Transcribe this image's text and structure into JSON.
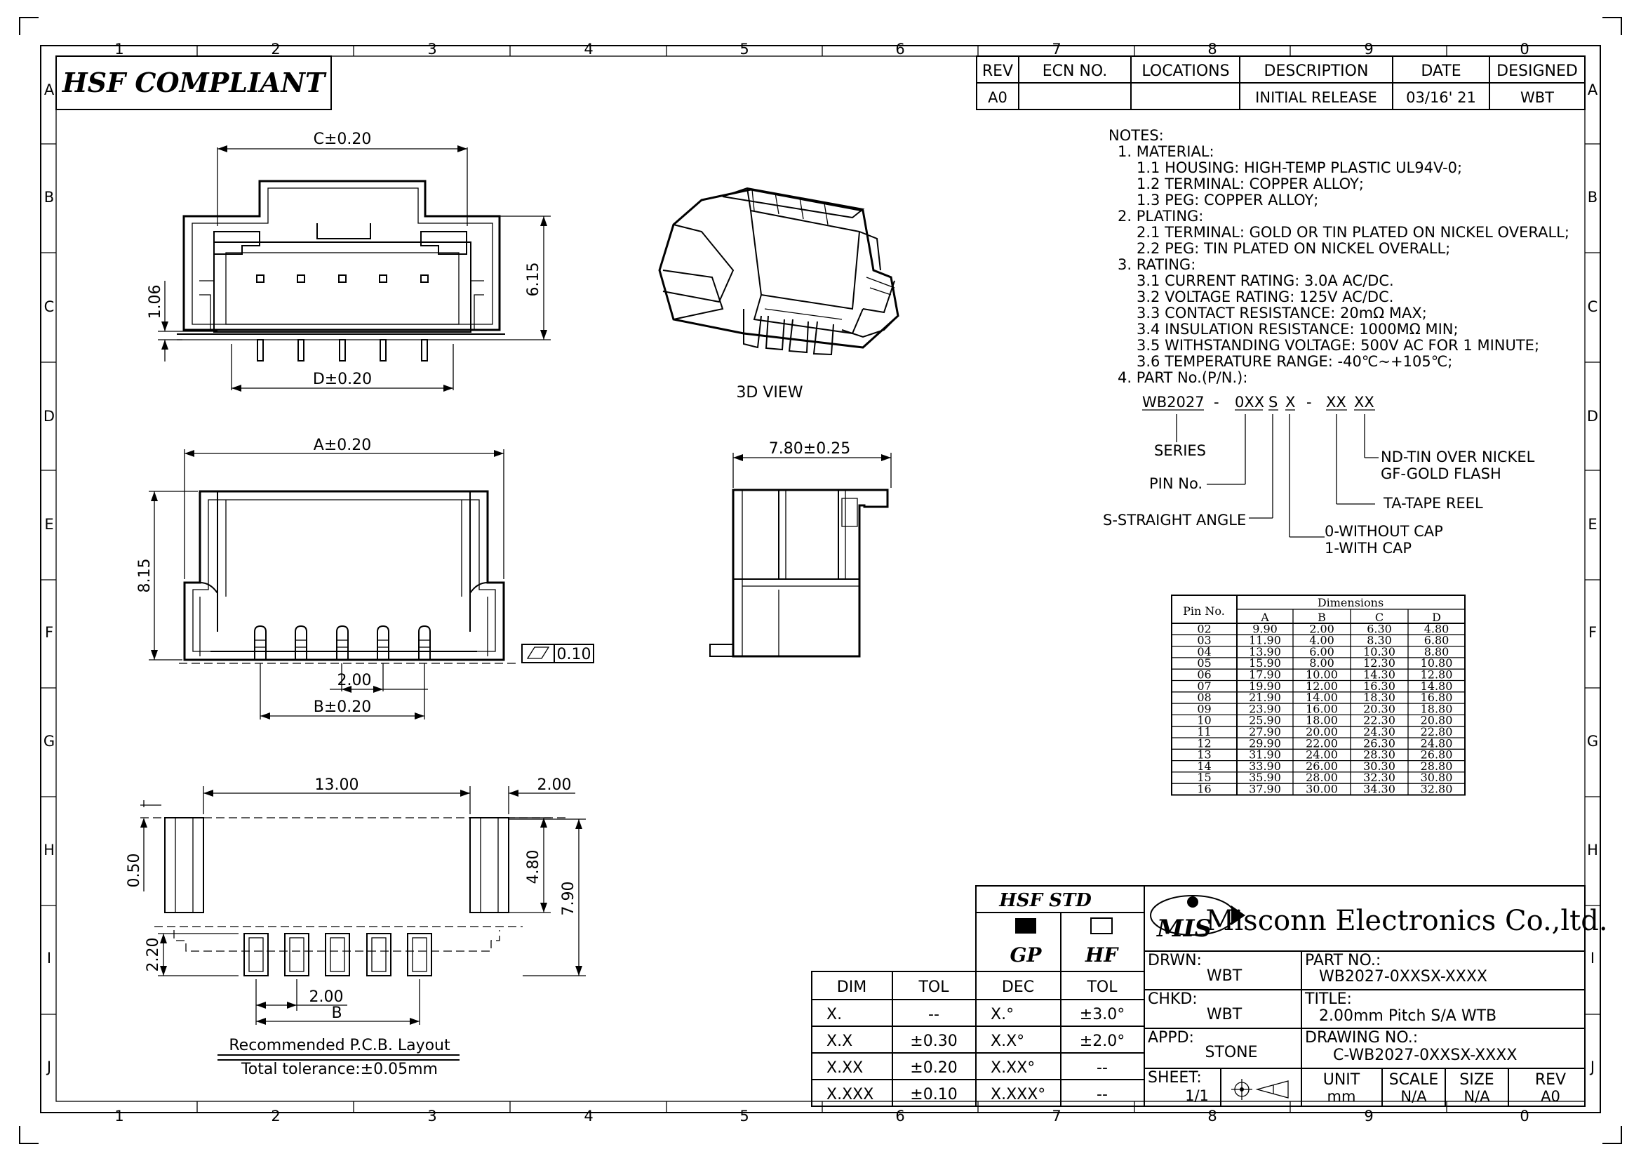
{
  "frame": {
    "col_numbers": [
      "1",
      "2",
      "3",
      "4",
      "5",
      "6",
      "7",
      "8",
      "9",
      "0"
    ],
    "row_letters": [
      "A",
      "B",
      "C",
      "D",
      "E",
      "F",
      "G",
      "H",
      "I",
      "J"
    ]
  },
  "compliance": {
    "label": "HSF COMPLIANT"
  },
  "revision": {
    "headers": [
      "REV",
      "ECN NO.",
      "LOCATIONS",
      "DESCRIPTION",
      "DATE",
      "DESIGNED"
    ],
    "row": [
      "A0",
      "",
      "",
      "INITIAL RELEASE",
      "03/16' 21",
      "WBT"
    ]
  },
  "notes": {
    "title": "NOTES:",
    "lines": [
      "1. MATERIAL:",
      "1.1 HOUSING: HIGH-TEMP PLASTIC UL94V-0;",
      "1.2 TERMINAL: COPPER ALLOY;",
      "1.3 PEG: COPPER ALLOY;",
      "2. PLATING:",
      "2.1 TERMINAL: GOLD OR TIN PLATED ON NICKEL OVERALL;",
      "2.2 PEG: TIN PLATED ON NICKEL OVERALL;",
      "3. RATING:",
      "3.1 CURRENT RATING: 3.0A AC/DC.",
      "3.2 VOLTAGE RATING: 125V AC/DC.",
      "3.3 CONTACT RESISTANCE: 20mΩ MAX;",
      "3.4 INSULATION RESISTANCE: 1000MΩ MIN;",
      "3.5 WITHSTANDING VOLTAGE: 500V AC FOR 1 MINUTE;",
      "3.6 TEMPERATURE RANGE: -40℃~+105℃;",
      "4. PART No.(P/N.):"
    ]
  },
  "partno_breakdown": {
    "series": "WB2027",
    "dash1": "-",
    "pins": "0XX",
    "angle": "S",
    "cap": "X",
    "dash2": "-",
    "pack": "XX",
    "plating": "XX",
    "label_series": "SERIES",
    "label_pin": "PIN No.",
    "label_angle": "S-STRAIGHT ANGLE",
    "label_cap_0": "0-WITHOUT CAP",
    "label_cap_1": "1-WITH CAP",
    "label_pack": "TA-TAPE REEL",
    "label_plating_1": "ND-TIN OVER NICKEL",
    "label_plating_2": "GF-GOLD FLASH"
  },
  "dim_table": {
    "col0": "Pin No.",
    "group": "Dimensions",
    "cols": [
      "A",
      "B",
      "C",
      "D"
    ],
    "rows": [
      [
        "02",
        "9.90",
        "2.00",
        "6.30",
        "4.80"
      ],
      [
        "03",
        "11.90",
        "4.00",
        "8.30",
        "6.80"
      ],
      [
        "04",
        "13.90",
        "6.00",
        "10.30",
        "8.80"
      ],
      [
        "05",
        "15.90",
        "8.00",
        "12.30",
        "10.80"
      ],
      [
        "06",
        "17.90",
        "10.00",
        "14.30",
        "12.80"
      ],
      [
        "07",
        "19.90",
        "12.00",
        "16.30",
        "14.80"
      ],
      [
        "08",
        "21.90",
        "14.00",
        "18.30",
        "16.80"
      ],
      [
        "09",
        "23.90",
        "16.00",
        "20.30",
        "18.80"
      ],
      [
        "10",
        "25.90",
        "18.00",
        "22.30",
        "20.80"
      ],
      [
        "11",
        "27.90",
        "20.00",
        "24.30",
        "22.80"
      ],
      [
        "12",
        "29.90",
        "22.00",
        "26.30",
        "24.80"
      ],
      [
        "13",
        "31.90",
        "24.00",
        "28.30",
        "26.80"
      ],
      [
        "14",
        "33.90",
        "26.00",
        "30.30",
        "28.80"
      ],
      [
        "15",
        "35.90",
        "28.00",
        "32.30",
        "30.80"
      ],
      [
        "16",
        "37.90",
        "30.00",
        "34.30",
        "32.80"
      ]
    ]
  },
  "dims": {
    "c": "C±0.20",
    "d": "D±0.20",
    "h615": "6.15",
    "h106": "1.06",
    "a": "A±0.20",
    "h815": "8.15",
    "pitch": "2.00",
    "b": "B±0.20",
    "flat": "0.10",
    "side_w": "7.80±0.25",
    "view3d": "3D VIEW",
    "p13": "13.00",
    "p200": "2.00",
    "p050": "0.50",
    "p480": "4.80",
    "p790": "7.90",
    "p220": "2.20",
    "ppitch": "2.00",
    "pb": "B",
    "pcb_title": "Recommended P.C.B. Layout",
    "pcb_tol": "Total tolerance:±0.05mm"
  },
  "tol_table": {
    "headers": [
      "DIM",
      "TOL"
    ],
    "rows": [
      [
        "X.",
        "--"
      ],
      [
        "X.X",
        "±0.30"
      ],
      [
        "X.XX",
        "±0.20"
      ],
      [
        "X.XXX",
        "±0.10"
      ]
    ]
  },
  "hsf_std": {
    "title": "HSF STD",
    "gp": "GP",
    "hf": "HF",
    "headers": [
      "DEC",
      "TOL"
    ],
    "rows": [
      [
        "X.°",
        "±3.0°"
      ],
      [
        "X.X°",
        "±2.0°"
      ],
      [
        "X.XX°",
        "--"
      ],
      [
        "X.XXX°",
        "--"
      ]
    ]
  },
  "title_block": {
    "logo": "MIS",
    "company": "Misconn Electronics Co.,ltd.",
    "drwn_label": "DRWN:",
    "drwn": "WBT",
    "chkd_label": "CHKD:",
    "chkd": "WBT",
    "appd_label": "APPD:",
    "appd": "STONE",
    "partno_label": "PART NO.:",
    "partno": "WB2027-0XXSX-XXXX",
    "title_label": "TITLE:",
    "title": "2.00mm Pitch S/A WTB",
    "drawing_label": "DRAWING NO.:",
    "drawing": "C-WB2027-0XXSX-XXXX",
    "sheet_label": "SHEET:",
    "sheet": "1/1",
    "unit_label": "UNIT",
    "unit": "mm",
    "scale_label": "SCALE",
    "scale": "N/A",
    "size_label": "SIZE",
    "size": "N/A",
    "rev_label": "REV",
    "rev": "A0"
  }
}
